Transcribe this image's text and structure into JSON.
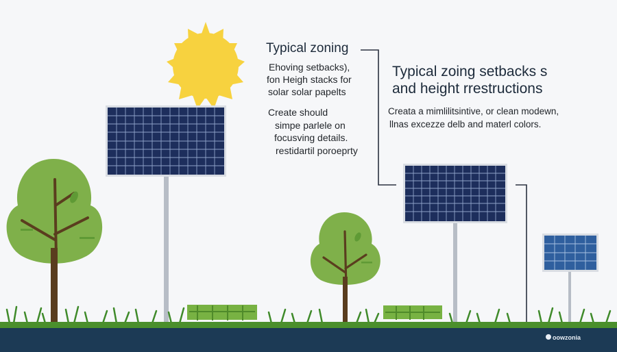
{
  "left_note": {
    "title": "Typical zoning",
    "lines": [
      "Ehoving setbacks),",
      "fon Heigh stacks for",
      "solar solar papelts",
      "Create should",
      "simpe parlele on",
      "focusving details.",
      "restidartil poroeprty"
    ]
  },
  "right_note": {
    "title_line1": "Typical zoing setbacks s",
    "title_line2": "and height rrestructions",
    "lines": [
      "Creata a mimlilitsintive, or clean modewn,",
      "llnas excezze delb and materl colors."
    ]
  },
  "brand": "oowzonia",
  "colors": {
    "sky": "#f6f7f9",
    "sun": "#f7d23f",
    "panel": "#1d2e5c",
    "panel_grid": "#8ea3c9",
    "tree": "#7fb04a",
    "trunk": "#5a3d1e",
    "grass": "#3f8a2a",
    "ground": "#1c3a55",
    "hedge": "#78b243"
  },
  "icons": [
    "sun-icon",
    "solar-panel-icon",
    "tree-icon",
    "hedge-icon"
  ]
}
